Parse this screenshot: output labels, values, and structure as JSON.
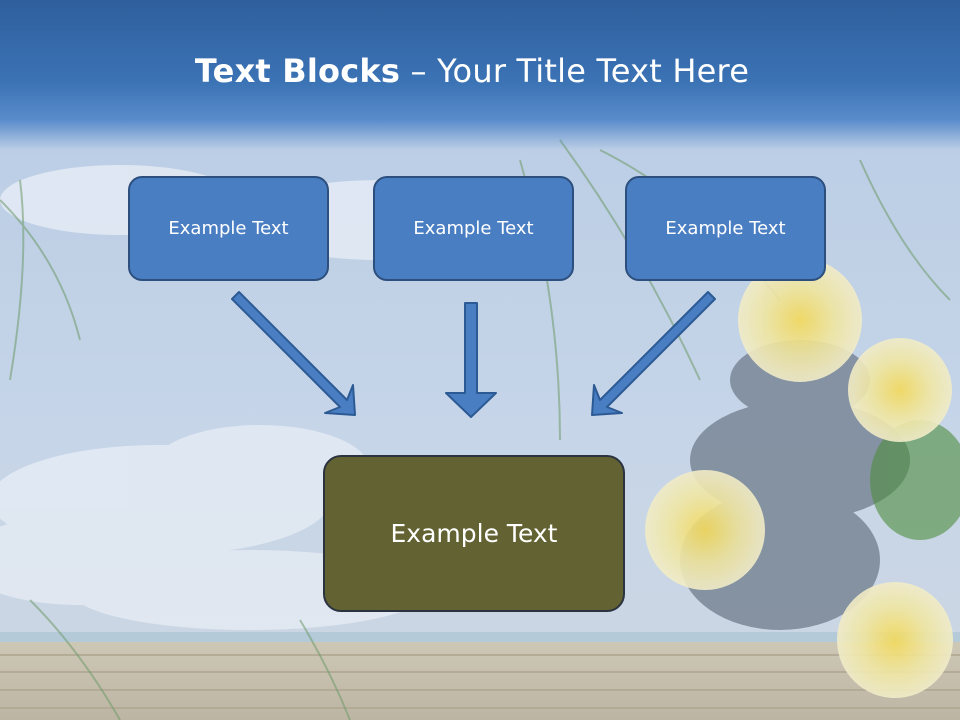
{
  "title": {
    "bold": "Text Blocks",
    "dash": " – ",
    "rest": "Your Title Text Here"
  },
  "boxes": {
    "top": [
      "Example Text",
      "Example Text",
      "Example Text"
    ],
    "bottom": "Example Text"
  },
  "colors": {
    "header": "#3b73b5",
    "box_fill": "#4a7ec2",
    "box_border": "#2c4f7e",
    "bottom_fill": "#636232",
    "arrow_fill": "#4a7ec2"
  }
}
